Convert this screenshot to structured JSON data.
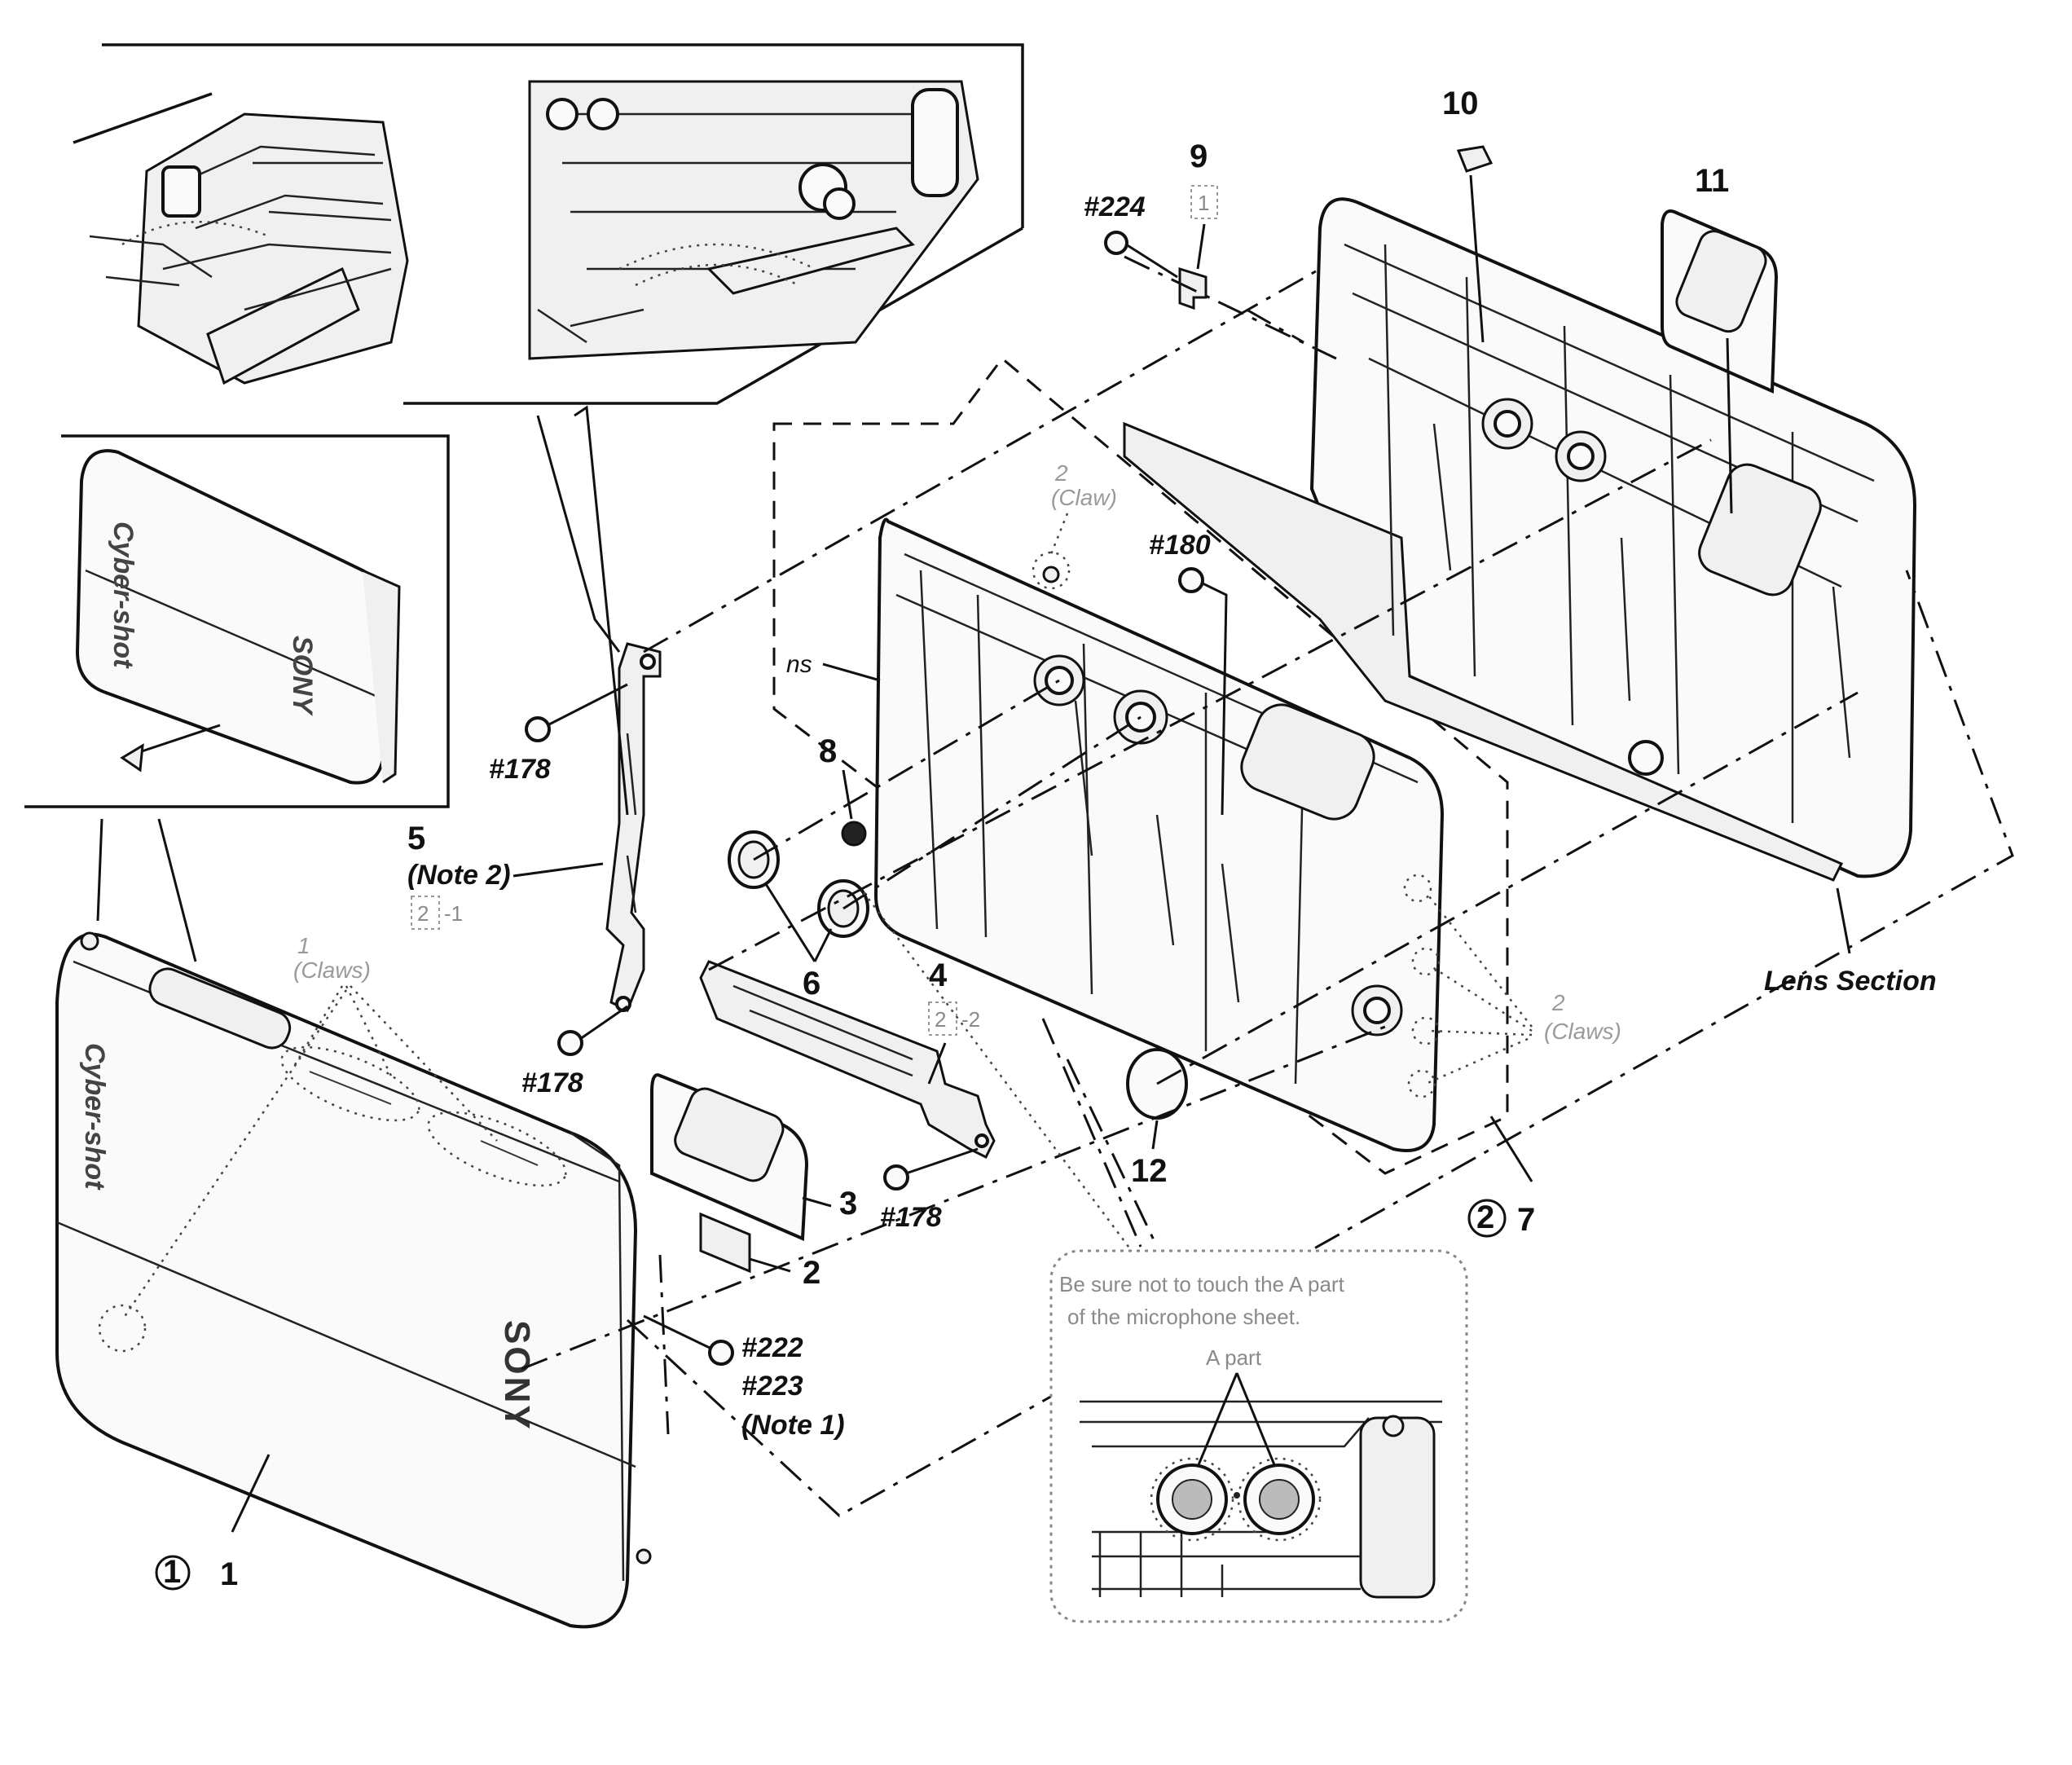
{
  "labels": {
    "p1": "1",
    "p2": "2",
    "p3": "3",
    "p4": "4",
    "p5": "5",
    "p6": "6",
    "p7": "7",
    "p8": "8",
    "p9": "9",
    "p10": "10",
    "p11": "11",
    "p12": "12",
    "circle1": "1",
    "circle2": "2",
    "note1": "(Note 1)",
    "note2": "(Note 2)",
    "ns": "ns",
    "lens_section": "Lens Section",
    "box_2_1": "2",
    "box_2_1_suffix": "-1",
    "box_2_2": "2",
    "box_2_2_suffix": "-2",
    "box_1": "1",
    "claws_top_num": "2",
    "claws_top_text": "(Claw)",
    "claws_left_num": "1",
    "claws_left_text": "(Claws)",
    "claws_right_num": "2",
    "claws_right_text": "(Claws)"
  },
  "screws": {
    "s224": "#224",
    "s180": "#180",
    "s178_a": "#178",
    "s178_b": "#178",
    "s178_c": "#178",
    "s222": "#222",
    "s223": "#223"
  },
  "callout": {
    "line1": "Be sure not to touch the A part",
    "line2": "of the microphone sheet.",
    "apart": "A part"
  },
  "branding": {
    "sony": "SONY",
    "cybershot": "Cyber-shot"
  }
}
